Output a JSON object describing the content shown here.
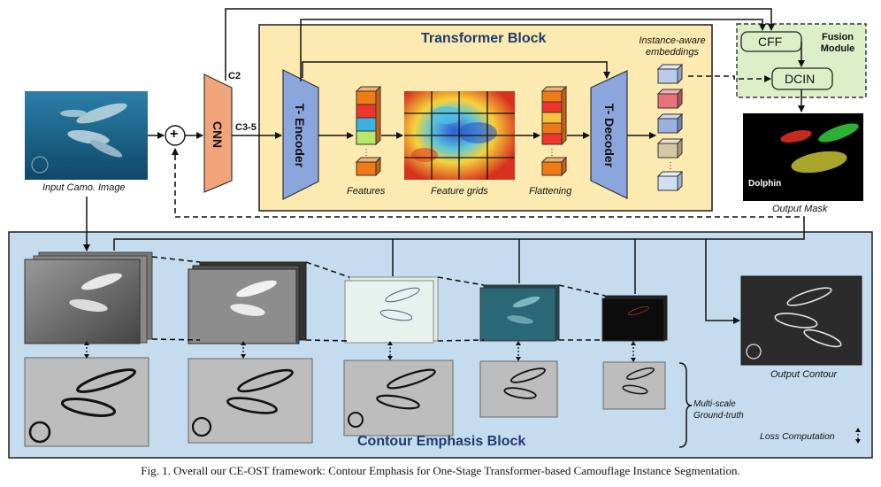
{
  "blocks": {
    "transformer": "Transformer Block",
    "contour": "Contour Emphasis Block",
    "fusion": "Fusion Module"
  },
  "nodes": {
    "cnn": "CNN",
    "encoder": "T- Encoder",
    "decoder": "T- Decoder",
    "cff": "CFF",
    "dcin": "DCIN",
    "plus": "+",
    "c2": "C2",
    "c35": "C3-5"
  },
  "labels": {
    "input": "Input Camo. Image",
    "features": "Features",
    "feature_grids": "Feature grids",
    "flattening": "Flattening",
    "embeddings": "Instance-aware embeddings",
    "output_mask": "Output Mask",
    "dolphin": "Dolphin",
    "output_contour": "Output Contour",
    "ground_truth": "Multi-scale Ground-truth",
    "loss": "Loss Computation"
  },
  "caption": "Fig. 1.  Overall our CE-OST framework: Contour Emphasis for One-Stage Transformer-based Camouflage Instance Segmentation.",
  "colors": {
    "transformer_bg": "#fdeab0",
    "contour_bg": "#c5dcef",
    "fusion_bg": "#dcefc9",
    "cnn": "#f2a57a",
    "encoder": "#8ba6dc"
  }
}
